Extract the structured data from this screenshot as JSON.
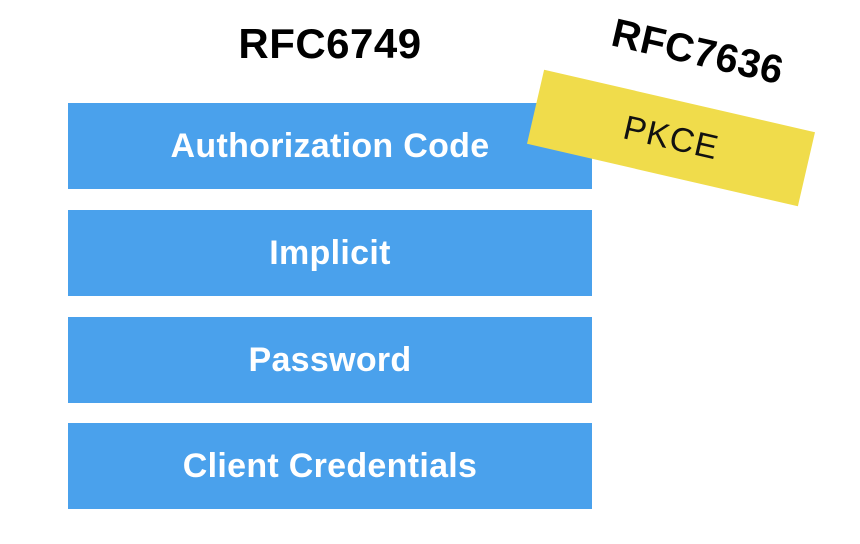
{
  "diagram": {
    "title": "RFC6749",
    "bars": [
      {
        "label": "Authorization Code"
      },
      {
        "label": "Implicit"
      },
      {
        "label": "Password"
      },
      {
        "label": "Client Credentials"
      }
    ],
    "sticker": {
      "rfc_label": "RFC7636",
      "label": "PKCE"
    },
    "colors": {
      "bar_blue": "#4AA1EC",
      "bar_text": "#FFFFFF",
      "sticker_yellow": "#F0DC4B",
      "title_text": "#000000"
    }
  }
}
